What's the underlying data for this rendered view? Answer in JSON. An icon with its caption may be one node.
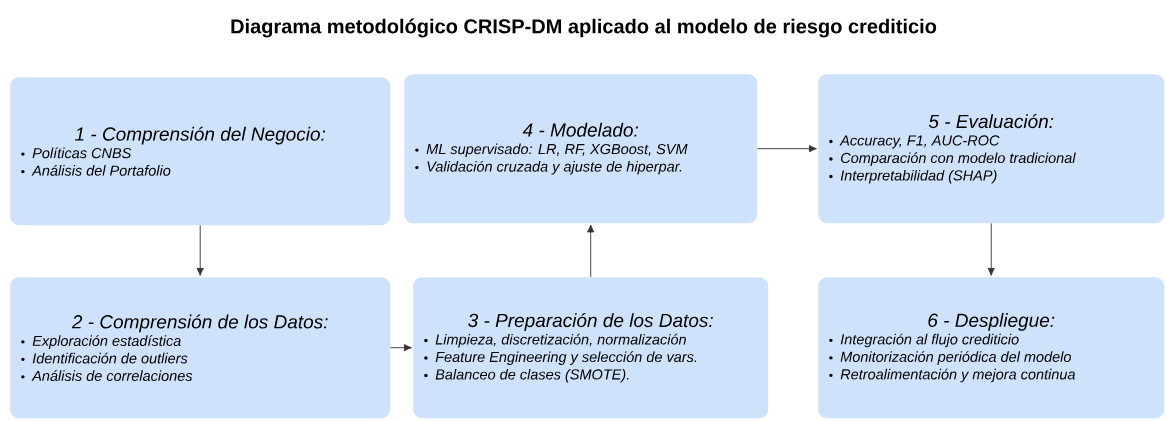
{
  "diagram": {
    "title": "Diagrama metodológico CRISP-DM aplicado al modelo de riesgo crediticio",
    "nodes": [
      {
        "text": [
          "1 - Comprensión del Negocio:",
          "Políticas CNBS",
          "Análisis del Portafolio"
        ]
      },
      {
        "text": [
          "2 - Comprensión de los Datos:",
          "Exploración estadística",
          "Identificación de outliers",
          "Análisis de correlaciones"
        ]
      },
      {
        "text": [
          "3 - Preparación de los Datos:",
          "Limpieza, discretización, normalización",
          "Feature Engineering y selección de vars.",
          "Balanceo de clases (SMOTE)."
        ]
      },
      {
        "text": [
          "4 - Modelado:",
          "ML supervisado: LR, RF, XGBoost, SVM",
          "Validación cruzada y ajuste de hiperpar."
        ]
      },
      {
        "text": [
          "5 - Evaluación:",
          "Accuracy, F1, AUC-ROC",
          "Comparación con modelo tradicional",
          "Interpretabilidad (SHAP)"
        ]
      },
      {
        "text": [
          "6 - Despliegue:",
          "Integración al flujo crediticio",
          "Monitorización periódica del modelo",
          "Retroalimentación y mejora continua"
        ]
      }
    ],
    "edges": [
      {
        "from": 0,
        "to": 1,
        "arrow": "to"
      },
      {
        "from": 1,
        "to": 2,
        "arrow": "to"
      },
      {
        "from": 2,
        "to": 3,
        "arrow": "to"
      },
      {
        "from": 3,
        "to": 4,
        "arrow": "to"
      },
      {
        "from": 4,
        "to": 5,
        "arrow": "to"
      }
    ]
  }
}
